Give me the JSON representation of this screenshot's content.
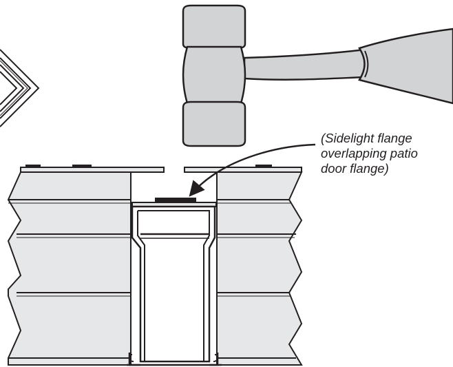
{
  "callout": {
    "lines": [
      "(Sidelight flange",
      "overlapping patio",
      "door flange)"
    ]
  },
  "colors": {
    "stroke": "#231f20",
    "panel_fill": "#e6e7e8",
    "tool_fill": "#d1d3d4",
    "background": "#ffffff"
  }
}
